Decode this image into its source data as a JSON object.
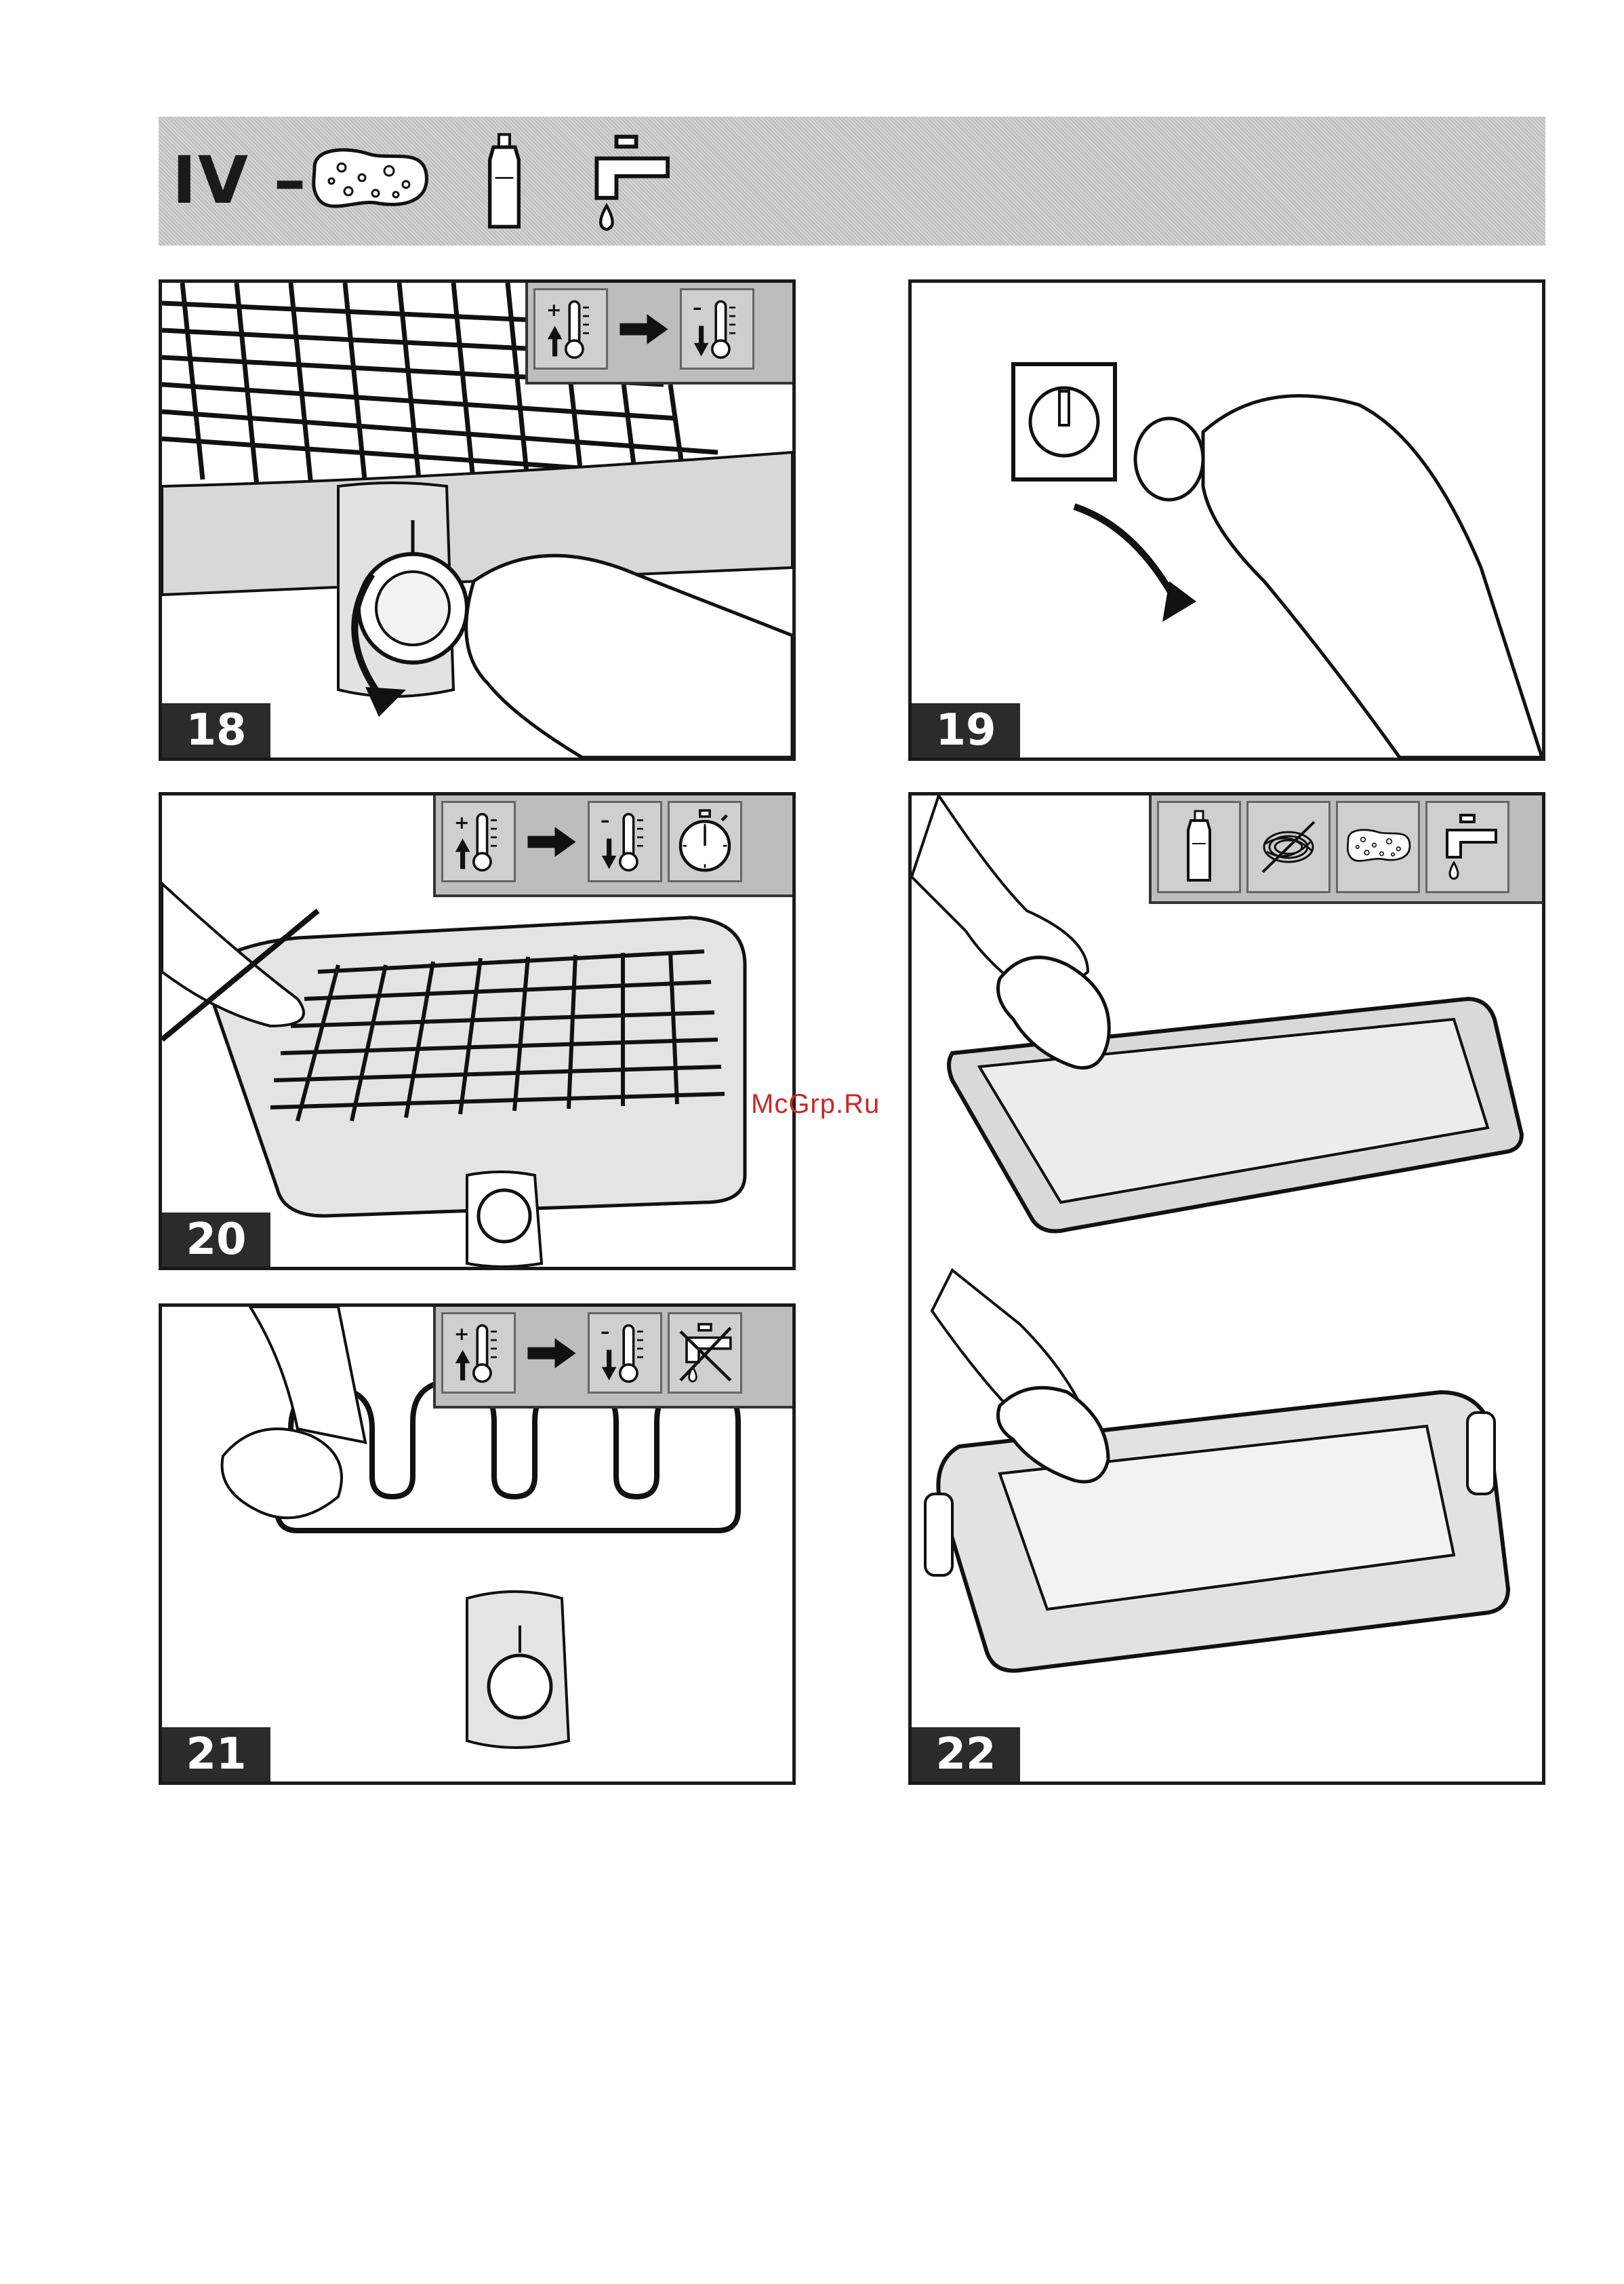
{
  "header": {
    "title": "IV –",
    "icons": [
      "sponge-icon",
      "detergent-bottle-icon",
      "water-tap-icon"
    ]
  },
  "panels": [
    {
      "step": "18",
      "icons": [
        "temperature-high-icon",
        "arrow-right-icon",
        "temperature-low-icon"
      ]
    },
    {
      "step": "19",
      "icons": []
    },
    {
      "step": "20",
      "icons": [
        "temperature-high-icon",
        "arrow-right-icon",
        "temperature-low-icon",
        "stopwatch-icon"
      ]
    },
    {
      "step": "21",
      "icons": [
        "temperature-high-icon",
        "arrow-right-icon",
        "temperature-low-icon",
        "no-water-tap-icon"
      ]
    },
    {
      "step": "22",
      "icons": [
        "detergent-bottle-icon",
        "no-scouring-pad-icon",
        "sponge-icon",
        "water-tap-icon"
      ]
    }
  ],
  "watermark": "McGrp.Ru",
  "colors": {
    "header_bg": "#c9c9c9",
    "badge_bg": "#2b2b2b",
    "watermark": "#c62828"
  }
}
